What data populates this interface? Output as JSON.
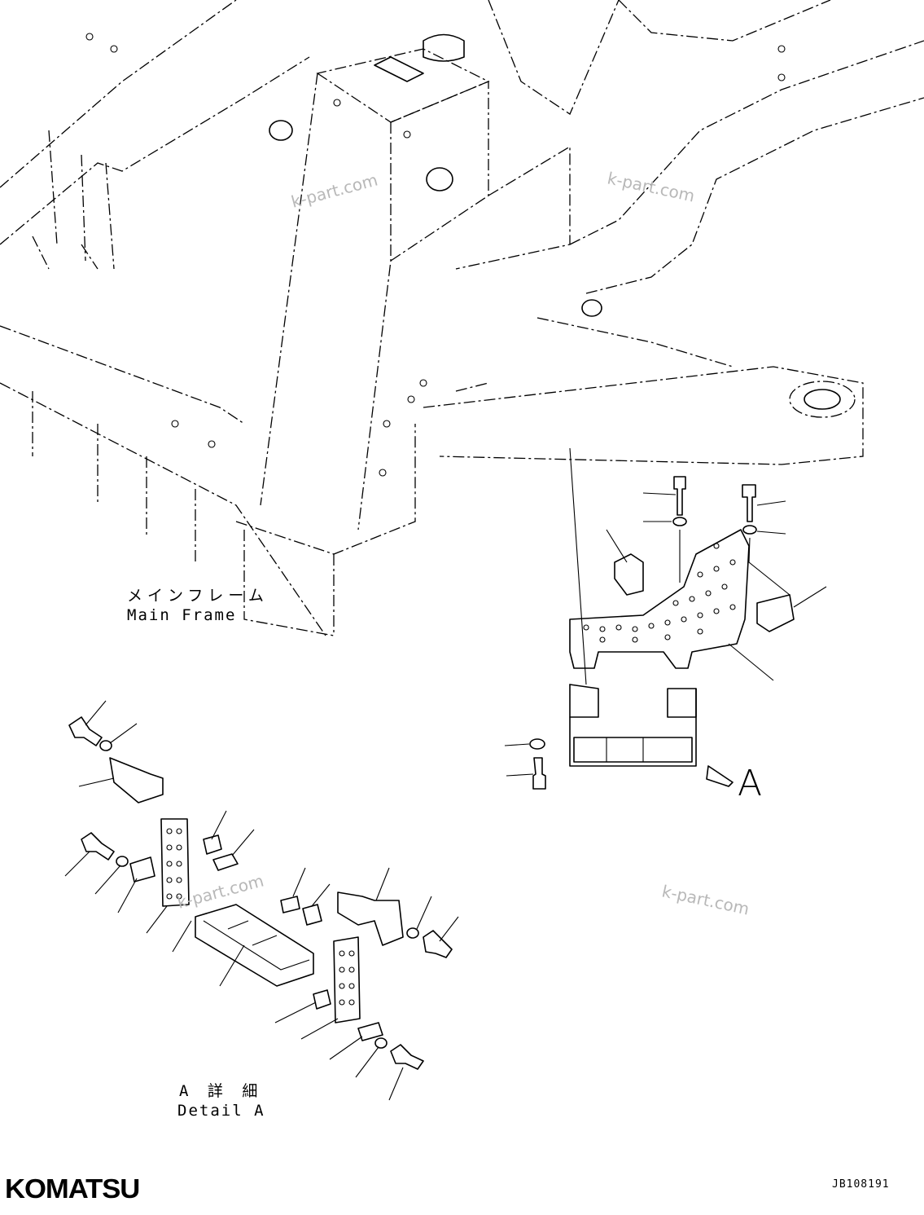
{
  "labels": {
    "main_frame_jp": "メインフレーム",
    "main_frame_en": "Main Frame",
    "detail_jp": "A 詳 細",
    "detail_en": "Detail A",
    "view_letter": "A"
  },
  "watermark": "k-part.com",
  "brand": "KOMATSU",
  "drawing_code": "JB108191"
}
